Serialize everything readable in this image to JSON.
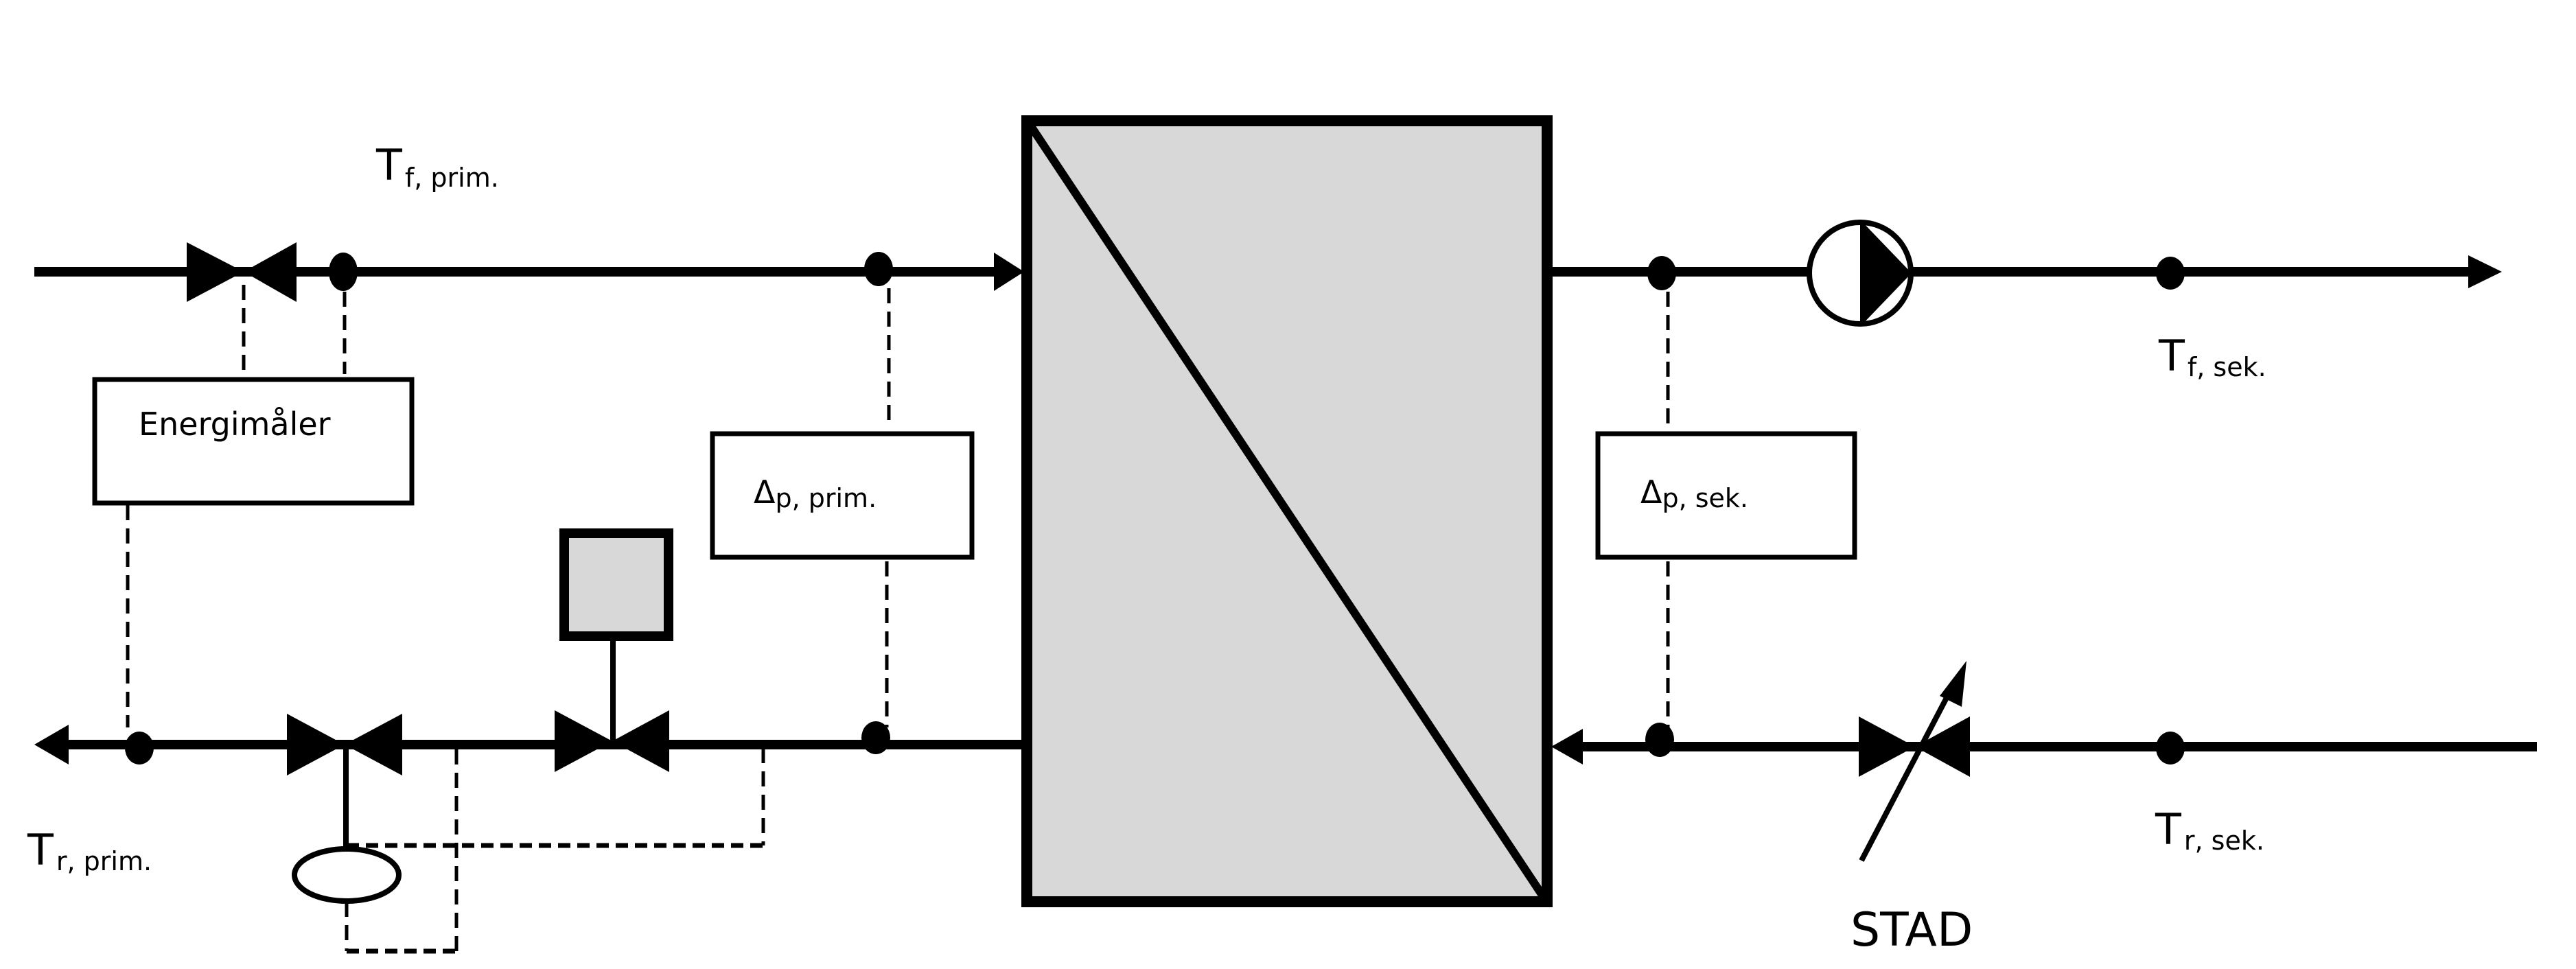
{
  "diagram": {
    "title": "Heat exchanger substation schematic",
    "colors": {
      "line": "#000000",
      "exchanger_fill": "#d8d8d8",
      "actuator_fill": "#d8d8d8",
      "background": "#ffffff"
    },
    "labels": {
      "t_supply_primary": {
        "main": "T",
        "sub": "f, prim."
      },
      "t_return_primary": {
        "main": "T",
        "sub": "r, prim."
      },
      "t_supply_secondary": {
        "main": "T",
        "sub": "f, sek."
      },
      "t_return_secondary": {
        "main": "T",
        "sub": "r, sek."
      },
      "energy_meter": "Energimåler",
      "dp_primary": {
        "delta": "Δ",
        "sub": "p, prim."
      },
      "dp_secondary": {
        "delta": "Δ",
        "sub": "p, sek."
      },
      "balancing_valve": "STAD"
    },
    "components": [
      "shutoff-valve-primary-supply",
      "temperature-sensor-primary-supply",
      "pressure-tap-primary-supply",
      "energy-meter",
      "dp-primary-sensor",
      "heat-exchanger",
      "pressure-tap-secondary-supply",
      "circulation-pump",
      "temperature-sensor-secondary-supply",
      "dp-secondary-sensor",
      "pressure-tap-secondary-return",
      "balancing-valve-stad",
      "temperature-sensor-secondary-return",
      "pressure-tap-primary-return",
      "control-valve-with-actuator",
      "differential-pressure-controller",
      "temperature-sensor-primary-return"
    ]
  }
}
